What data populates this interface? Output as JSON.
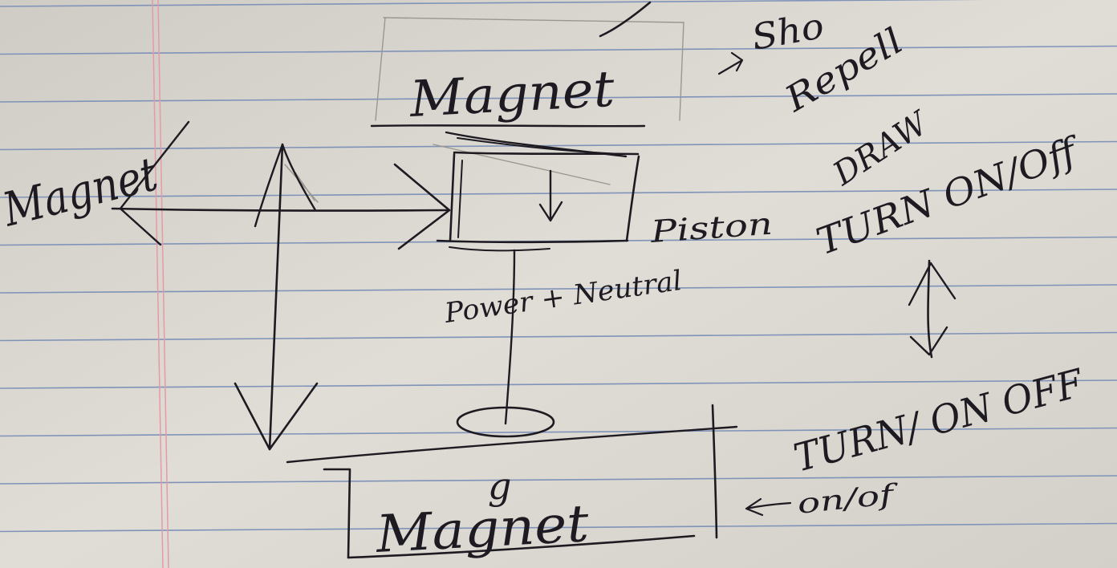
{
  "paper": {
    "background": "#dcd9d2",
    "rule_color": "#7f93b9",
    "margin_color": "#e59aa6",
    "ink_color": "#1d1a21"
  },
  "labels": {
    "magnet_top": "Magnet",
    "magnet_left": "Magnet",
    "magnet_bottom": "Magnet",
    "piston": "Piston",
    "power_neutral": "Power + Neutral",
    "shot": "Sho",
    "repell": "Repell",
    "draw": "DRAW",
    "turn_on_off_top": "TURN ON/Off",
    "turn_on_off_bottom": "TURN/ ON OFF",
    "on_off": "on/of"
  }
}
